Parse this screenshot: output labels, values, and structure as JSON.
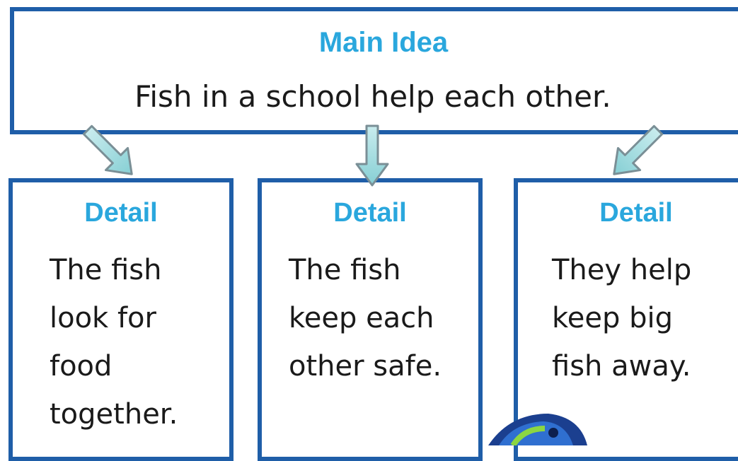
{
  "main": {
    "heading": "Main Idea",
    "text": "Fish in a school help each other."
  },
  "details": [
    {
      "heading": "Detail",
      "text": "The fish\nlook for\nfood\ntogether."
    },
    {
      "heading": "Detail",
      "text": "The fish\nkeep each\nother safe."
    },
    {
      "heading": "Detail",
      "text": "They help\nkeep big\nfish away."
    }
  ],
  "colors": {
    "border": "#1f5ea8",
    "heading": "#2aa7dd",
    "arrow_fill": "#9ad6d9",
    "arrow_stroke": "#7a8f96"
  }
}
